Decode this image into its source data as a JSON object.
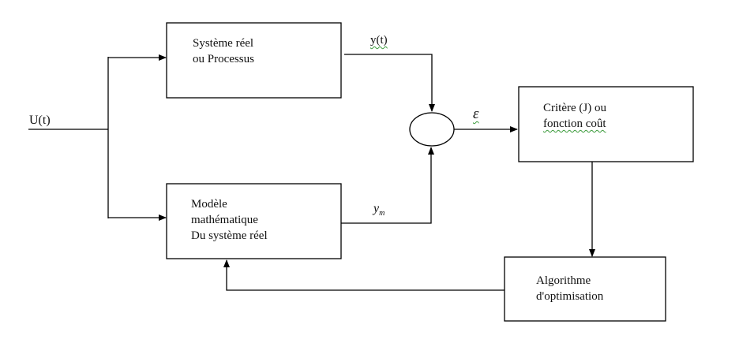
{
  "diagram": {
    "input": {
      "label": "U(t)"
    },
    "blocks": {
      "real_system": {
        "line1": "Système réel",
        "line2": "ou Processus"
      },
      "model": {
        "line1": "Modèle",
        "line2": "mathématique",
        "line3": "Du système réel"
      },
      "criterion": {
        "line1": "Critère (J) ou",
        "line2": "fonction coût"
      },
      "optimizer": {
        "line1": "Algorithme",
        "line2": "d'optimisation"
      }
    },
    "signals": {
      "y": "y(t)",
      "ym_base": "y",
      "ym_sub": "m",
      "epsilon": "ε"
    }
  }
}
